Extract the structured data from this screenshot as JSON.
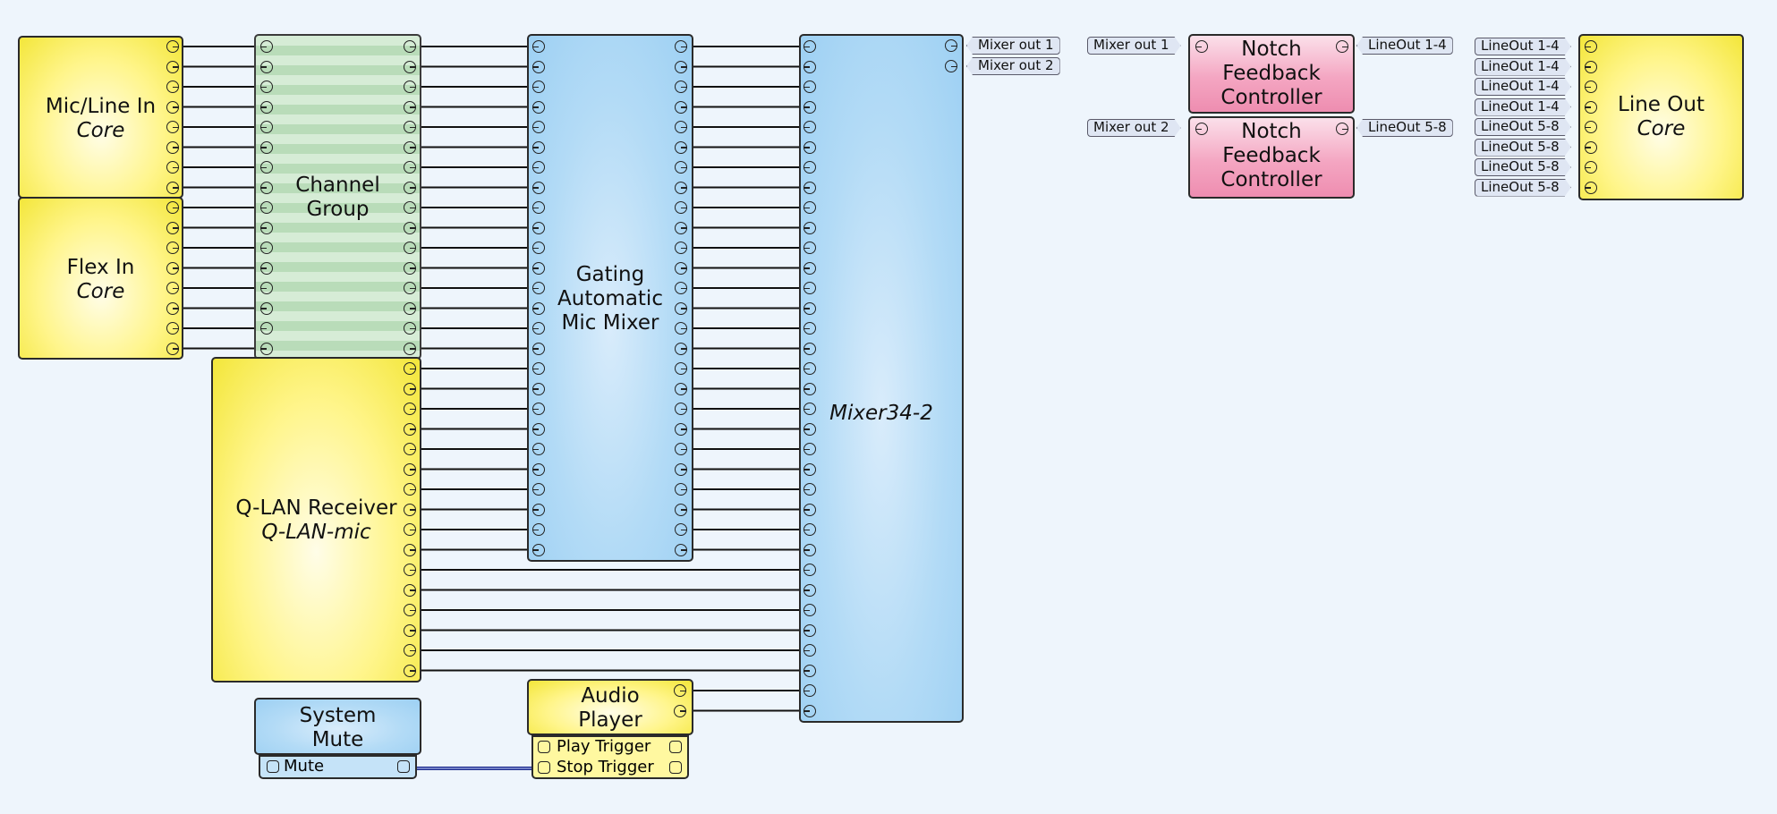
{
  "blocks": {
    "mic_line_in": {
      "name": "Mic/Line In",
      "sub": "Core",
      "ports": 8
    },
    "flex_in": {
      "name": "Flex In",
      "sub": "Core",
      "ports": 8
    },
    "channel_group": {
      "name": "Channel\nGroup",
      "ports": 16
    },
    "qlan_receiver": {
      "name": "Q-LAN Receiver",
      "sub": "Q-LAN-mic",
      "ports": 16
    },
    "gating_mixer": {
      "name": "Gating\nAutomatic\nMic Mixer",
      "ports": 26
    },
    "mixer34": {
      "name": "Mixer34-2",
      "ports": 34
    },
    "system_mute": {
      "name": "System\nMute",
      "control_label": "Mute"
    },
    "audio_player": {
      "name": "Audio\nPlayer",
      "controls": [
        "Play Trigger",
        "Stop Trigger"
      ]
    },
    "notch1": {
      "name": "Notch\nFeedback\nController"
    },
    "notch2": {
      "name": "Notch\nFeedback\nController"
    },
    "line_out": {
      "name": "Line Out",
      "sub": "Core"
    }
  },
  "tags": {
    "mixer_outputs": [
      "Mixer out 1",
      "Mixer out 2"
    ],
    "notch1_in": "Mixer out 1",
    "notch1_out": "LineOut 1-4",
    "notch2_in": "Mixer out 2",
    "notch2_out": "LineOut 5-8",
    "line_out_inputs": [
      "LineOut 1-4",
      "LineOut 1-4",
      "LineOut 1-4",
      "LineOut 1-4",
      "LineOut 5-8",
      "LineOut 5-8",
      "LineOut 5-8",
      "LineOut 5-8"
    ]
  },
  "colors": {
    "background": "#eef5fc",
    "audio_block": "#fff58a",
    "processing_block": "#b3dbf6",
    "notch_block": "#f4a6c2",
    "channel_group": "#c8e4c8",
    "wire": "#111111",
    "control_wire": "#1c2a8c"
  }
}
